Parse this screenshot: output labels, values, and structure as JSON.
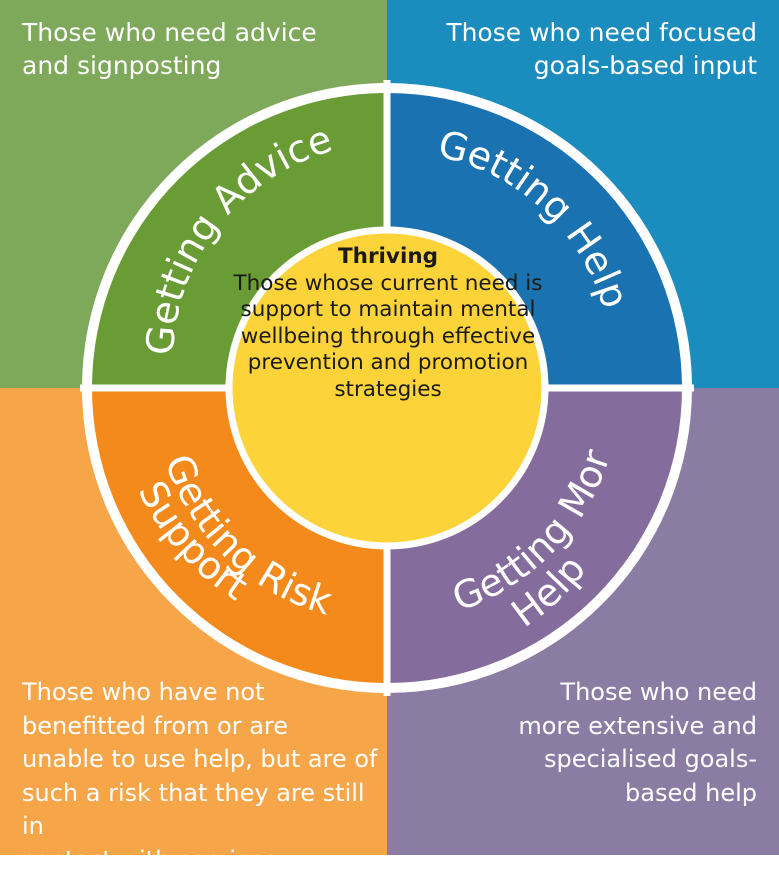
{
  "colors": {
    "advice_bg": "#7ea85a",
    "advice_ring": "#6a9c35",
    "help_bg": "#1a8cbd",
    "help_ring": "#1a73b0",
    "risk_bg": "#f7a549",
    "risk_ring": "#f58a1c",
    "more_help_bg": "#8a7ca3",
    "more_help_ring": "#846d9c",
    "center": "#fdd33a"
  },
  "corners": {
    "top_left": [
      "Those who need advice",
      "and signposting"
    ],
    "top_right": [
      "Those who need focused",
      "goals-based input"
    ],
    "bottom_left": [
      "Those who have not",
      "benefitted from or are",
      "unable to use help, but are of",
      "such a risk that they are still in",
      "contact with services"
    ],
    "bottom_right": [
      "Those who need",
      "more extensive and",
      "specialised goals-",
      "based help"
    ]
  },
  "segments": {
    "advice": "Getting Advice",
    "help": "Getting Help",
    "risk_line1": "Getting Risk",
    "risk_line2": "Support",
    "more_help_line1": "Getting More",
    "more_help_line2": "Help"
  },
  "center": {
    "title": "Thriving",
    "body": "Those whose current need is support to maintain mental wellbeing through effective prevention and promotion strategies"
  }
}
